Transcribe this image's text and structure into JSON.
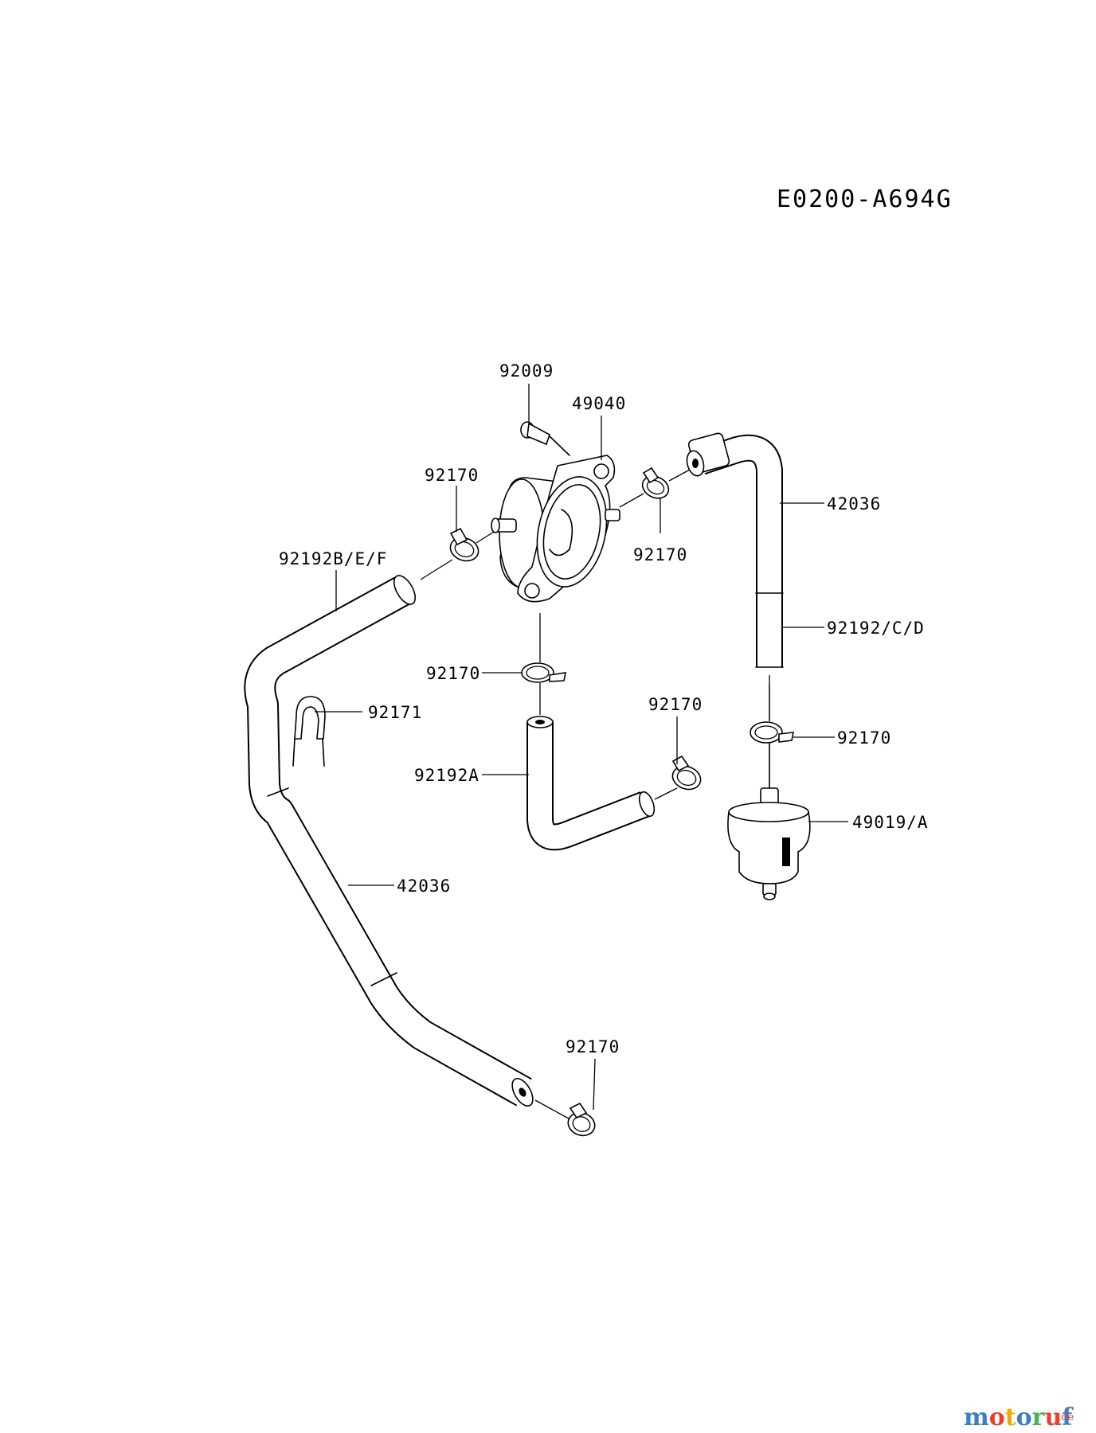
{
  "diagram_code": "E0200-A694G",
  "labels": {
    "p92009": "92009",
    "p49040": "49040",
    "p92170_pump_left": "92170",
    "p92170_pump_right": "92170",
    "p42036_upper": "42036",
    "p92192bef": "92192B/E/F",
    "p92192cd": "92192/C/D",
    "p92170_pump_bottom": "92170",
    "p92171": "92171",
    "p92170_hose_a": "92170",
    "p92170_filter": "92170",
    "p92192a": "92192A",
    "p49019a": "49019/A",
    "p42036_lower": "42036",
    "p92170_bottom": "92170"
  },
  "watermark": {
    "text_main": "motoruf",
    "text_sub": ".de",
    "colors": [
      "#3a7fc1",
      "#e8412c",
      "#f2a900",
      "#3a7fc1",
      "#4caf50",
      "#e8412c",
      "#3a7fc1"
    ]
  }
}
